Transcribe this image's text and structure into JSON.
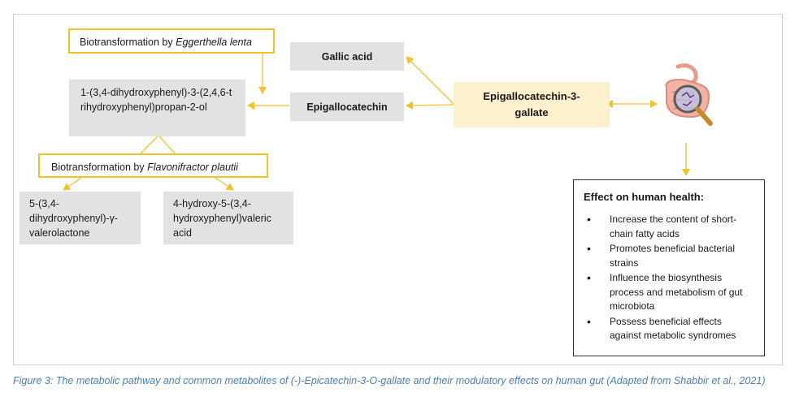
{
  "nodes": {
    "bio_eggerthella": {
      "prefix": "Biotransformation by ",
      "organism": "Eggerthella lenta"
    },
    "propanol": "1-(3,4-dihydroxyphenyl)-3-(2,4,6-trihydroxyphenyl)propan-2-ol",
    "bio_flavonifractor": {
      "prefix": "Biotransformation by ",
      "organism": "Flavonifractor plautii"
    },
    "valerolactone": "5-(3,4-dihydroxyphenyl)-γ-valerolactone",
    "valeric_acid": "4-hydroxy-5-(3,4-hydroxyphenyl)valeric acid",
    "gallic_acid": "Gallic acid",
    "epigallocatechin": "Epigallocatechin",
    "egcg": "Epigallocatechin-3-gallate"
  },
  "health": {
    "title": "Effect on human health:",
    "items": [
      "Increase the content of short-chain fatty acids",
      "Promotes beneficial bacterial strains",
      "Influence the biosynthesis process and metabolism of gut microbiota",
      "Possess beneficial effects against metabolic syndromes"
    ]
  },
  "caption": "Figure 3: The metabolic pathway and common metabolites of (-)-Epicatechin-3-O-gallate and their modulatory effects on human gut (Adapted from Shabbir et al., 2021)",
  "colors": {
    "arrow": "#f2c12e",
    "caption": "#4a7fb5",
    "gray_box": "#e2e2e2",
    "cream_box": "#fdf0cc"
  },
  "icons": {
    "gut": "gut-magnifier-icon"
  }
}
